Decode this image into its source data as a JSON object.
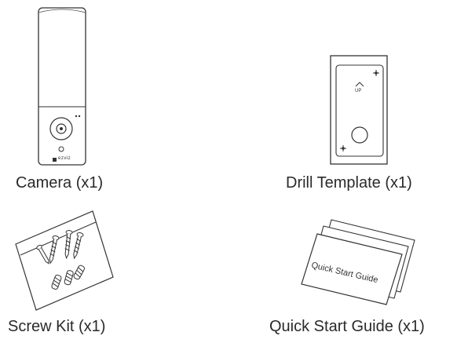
{
  "items": [
    {
      "caption": "Camera (x1)",
      "brand": "ezviz"
    },
    {
      "caption": "Drill Template (x1)",
      "marker": "UP"
    },
    {
      "caption": "Screw Kit (x1)"
    },
    {
      "caption": "Quick Start Guide (x1)",
      "card_text": "Quick Start Guide"
    }
  ],
  "colors": {
    "stroke": "#333333",
    "text": "#2a2a2a"
  }
}
